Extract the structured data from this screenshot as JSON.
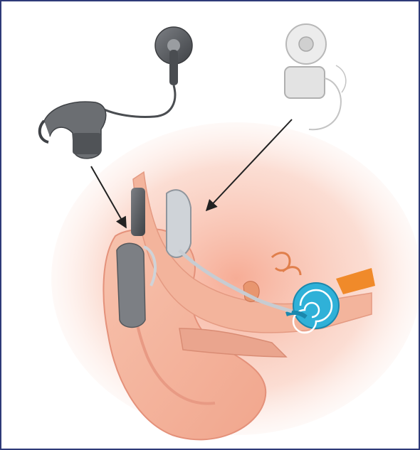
{
  "figure": {
    "frame_color": "#2e3a78",
    "components": [
      {
        "name": "external-sound-processor",
        "color": "#5f6266"
      },
      {
        "name": "internal-implant-receiver",
        "color": "#e6e6e6"
      },
      {
        "name": "ear-anatomy",
        "color": "#f4b6a0"
      },
      {
        "name": "cochlea",
        "color": "#2fb1d8"
      },
      {
        "name": "auditory-nerve",
        "color": "#f08a2a"
      }
    ],
    "arrows": [
      {
        "from": "external-sound-processor",
        "to": "ear-anatomy"
      },
      {
        "from": "internal-implant-receiver",
        "to": "ear-anatomy"
      }
    ]
  }
}
